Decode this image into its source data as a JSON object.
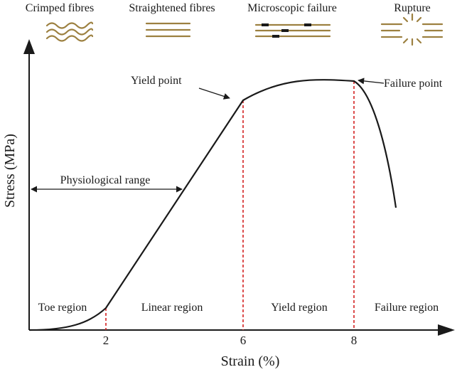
{
  "stages": [
    {
      "label": "Crimped fibres",
      "icon": "crimped-fibres-icon"
    },
    {
      "label": "Straightened fibres",
      "icon": "straightened-fibres-icon"
    },
    {
      "label": "Microscopic failure",
      "icon": "microscopic-failure-icon"
    },
    {
      "label": "Rupture",
      "icon": "rupture-icon"
    }
  ],
  "axes": {
    "y_label": "Stress (MPa)",
    "x_label": "Strain (%)",
    "x_ticks": [
      "2",
      "6",
      "8"
    ]
  },
  "annotations": {
    "yield_point": "Yield point",
    "failure_point": "Failure point",
    "physiological_range": "Physiological range"
  },
  "regions": [
    "Toe region",
    "Linear region",
    "Yield region",
    "Failure region"
  ],
  "colors": {
    "curve": "#1a1a1a",
    "marker_lines": "#d42020",
    "fibres": "#9c8040"
  }
}
